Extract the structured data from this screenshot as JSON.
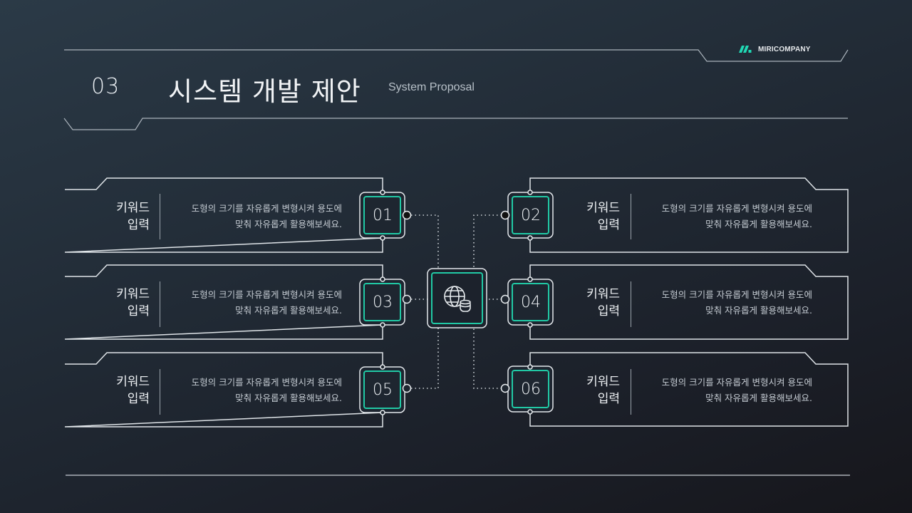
{
  "header": {
    "section_number": "03",
    "title": "시스템 개발 제안",
    "subtitle": "System Proposal",
    "brand": {
      "name": "MIRICOMPANY",
      "icon": "miricompany-logo-icon",
      "color": "#20d8b4"
    }
  },
  "colors": {
    "accent": "#21c9a5",
    "line": "#dfe4e8",
    "background_start": "#2b3a47",
    "background_end": "#16161b"
  },
  "center_node": {
    "icon": "globe-database-icon"
  },
  "items": [
    {
      "number": "01",
      "keyword_line1": "키워드",
      "keyword_line2": "입력",
      "desc_line1": "도형의 크기를 자유롭게 변형시켜 용도에",
      "desc_line2": "맞춰 자유롭게 활용해보세요."
    },
    {
      "number": "02",
      "keyword_line1": "키워드",
      "keyword_line2": "입력",
      "desc_line1": "도형의 크기를 자유롭게 변형시켜 용도에",
      "desc_line2": "맞춰 자유롭게 활용해보세요."
    },
    {
      "number": "03",
      "keyword_line1": "키워드",
      "keyword_line2": "입력",
      "desc_line1": "도형의 크기를 자유롭게 변형시켜 용도에",
      "desc_line2": "맞춰 자유롭게 활용해보세요."
    },
    {
      "number": "04",
      "keyword_line1": "키워드",
      "keyword_line2": "입력",
      "desc_line1": "도형의 크기를 자유롭게 변형시켜 용도에",
      "desc_line2": "맞춰 자유롭게 활용해보세요."
    },
    {
      "number": "05",
      "keyword_line1": "키워드",
      "keyword_line2": "입력",
      "desc_line1": "도형의 크기를 자유롭게 변형시켜 용도에",
      "desc_line2": "맞춰 자유롭게 활용해보세요."
    },
    {
      "number": "06",
      "keyword_line1": "키워드",
      "keyword_line2": "입력",
      "desc_line1": "도형의 크기를 자유롭게 변형시켜 용도에",
      "desc_line2": "맞춰 자유롭게 활용해보세요."
    }
  ]
}
